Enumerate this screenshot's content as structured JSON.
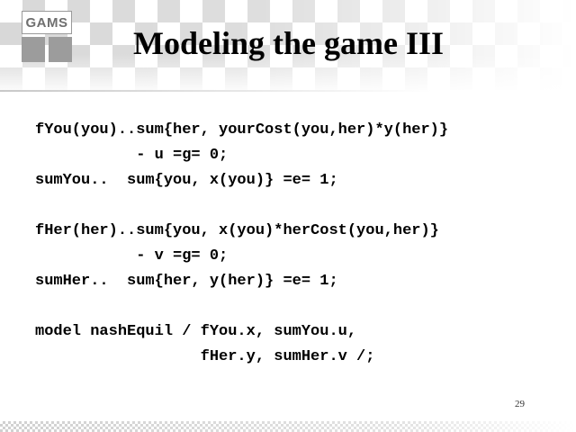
{
  "logo": {
    "text": "GAMS"
  },
  "slide": {
    "title": "Modeling the game III",
    "number": "29"
  },
  "code": {
    "lines": [
      "fYou(you)..sum{her, yourCost(you,her)*y(her)}",
      "           - u =g= 0;",
      "sumYou..  sum{you, x(you)} =e= 1;",
      "",
      "fHer(her)..sum{you, x(you)*herCost(you,her)}",
      "           - v =g= 0;",
      "sumHer..  sum{her, y(her)} =e= 1;",
      "",
      "model nashEquil / fYou.x, sumYou.u,",
      "                  fHer.y, sumHer.v /;"
    ]
  }
}
